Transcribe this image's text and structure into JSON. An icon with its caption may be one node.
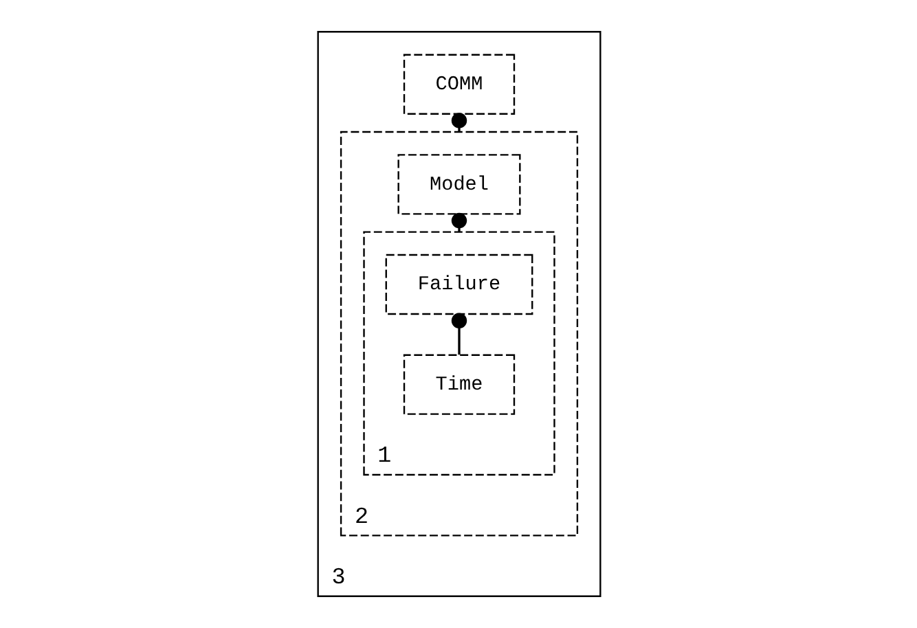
{
  "diagram": {
    "nodes": [
      {
        "text": [
          "3"
        ]
      },
      {
        "text": [
          "COMM"
        ],
        "in": 0
      },
      {
        "text": [
          "2"
        ],
        "in": 0
      },
      {
        "text": [
          "Model"
        ],
        "in": 2
      },
      {
        "text": [
          "1"
        ],
        "in": 2
      },
      {
        "text": [
          "Failure"
        ],
        "in": 4
      },
      {
        "text": [
          "Time"
        ],
        "in": 4
      }
    ],
    "edges": [
      {
        "from": 1,
        "to": 2,
        "arrow": "other"
      },
      {
        "from": 3,
        "to": 4,
        "arrow": "other"
      },
      {
        "from": 5,
        "to": 6,
        "arrow": "other"
      }
    ]
  }
}
